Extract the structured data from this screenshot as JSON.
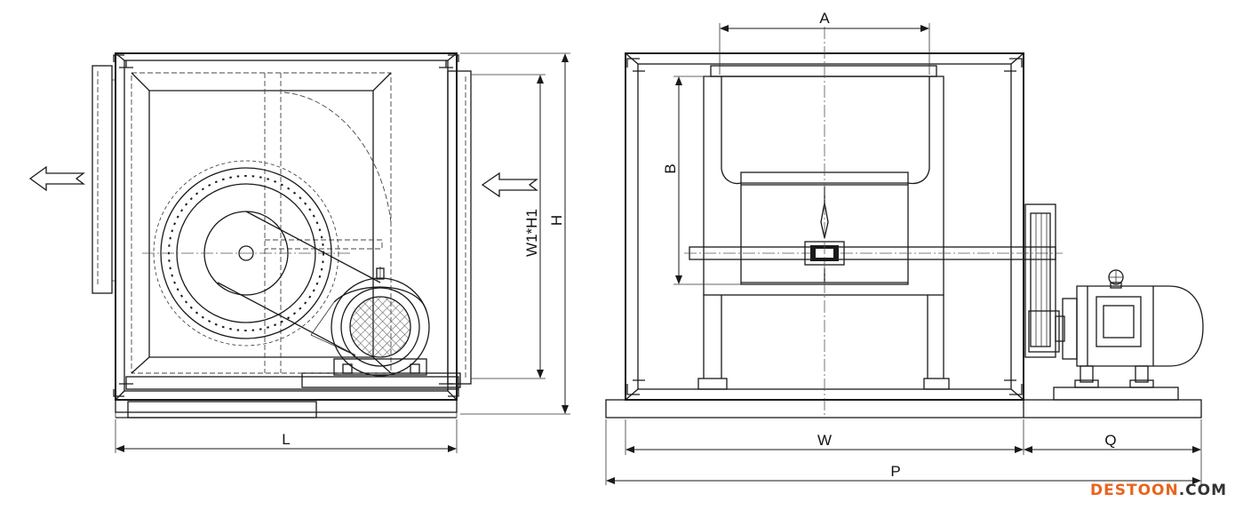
{
  "dimensions": {
    "length": "L",
    "height": "H",
    "inlet": "W1*H1",
    "outlet_width": "A",
    "outlet_height": "B",
    "width": "W",
    "motor_extension": "Q",
    "total": "P"
  },
  "watermark": {
    "brand": "DESTOON",
    "suffix": ".COM"
  },
  "colors": {
    "line": "#1a1a1a",
    "mesh": "#888888",
    "watermark_brand": "#e8641e",
    "watermark_suffix": "#333333"
  }
}
